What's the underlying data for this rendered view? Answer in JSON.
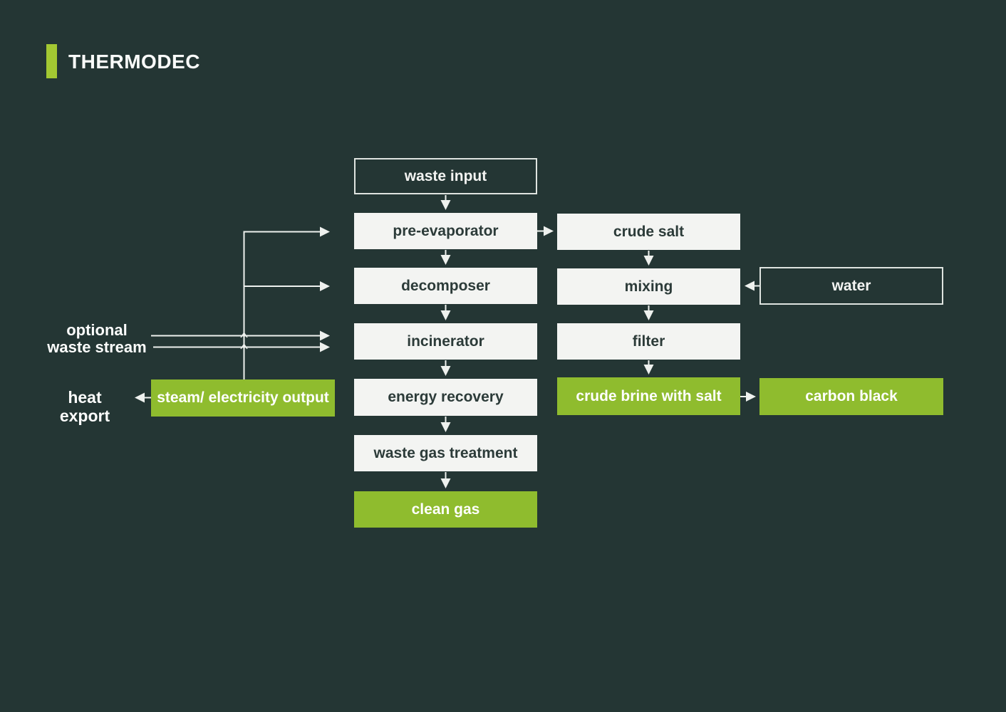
{
  "title": "THERMODEC",
  "colors": {
    "background": "#243634",
    "accent_bar": "#a3c832",
    "box_green": "#8fbc2e",
    "box_white": "#f3f4f2",
    "box_text_dark": "#2c3b39",
    "line": "#eef1ee"
  },
  "nodes": {
    "waste_input": "waste input",
    "pre_evaporator": "pre-evaporator",
    "decomposer": "decomposer",
    "incinerator": "incinerator",
    "energy_recovery": "energy recovery",
    "waste_gas_treatment": "waste gas treatment",
    "clean_gas": "clean gas",
    "crude_salt": "crude salt",
    "mixing": "mixing",
    "filter": "filter",
    "crude_brine_with_salt": "crude brine with salt",
    "carbon_black": "carbon black",
    "water": "water",
    "steam_electricity_output": "steam/ electricity output"
  },
  "labels": {
    "optional_line1": "optional",
    "optional_line2": "waste stream",
    "heat_export": "heat export"
  },
  "edges": [
    {
      "from": "waste input",
      "to": "pre-evaporator"
    },
    {
      "from": "pre-evaporator",
      "to": "decomposer"
    },
    {
      "from": "decomposer",
      "to": "incinerator"
    },
    {
      "from": "incinerator",
      "to": "energy recovery"
    },
    {
      "from": "energy recovery",
      "to": "waste gas treatment"
    },
    {
      "from": "waste gas treatment",
      "to": "clean gas"
    },
    {
      "from": "pre-evaporator",
      "to": "crude salt"
    },
    {
      "from": "crude salt",
      "to": "mixing"
    },
    {
      "from": "water",
      "to": "mixing"
    },
    {
      "from": "mixing",
      "to": "filter"
    },
    {
      "from": "filter",
      "to": "crude brine with salt"
    },
    {
      "from": "crude brine with salt",
      "to": "carbon black"
    },
    {
      "from": "steam/ electricity output",
      "to": "pre-evaporator"
    },
    {
      "from": "steam/ electricity output",
      "to": "decomposer"
    },
    {
      "from": "optional waste stream",
      "to": "incinerator"
    },
    {
      "from": "steam/ electricity output",
      "to": "heat export"
    }
  ]
}
